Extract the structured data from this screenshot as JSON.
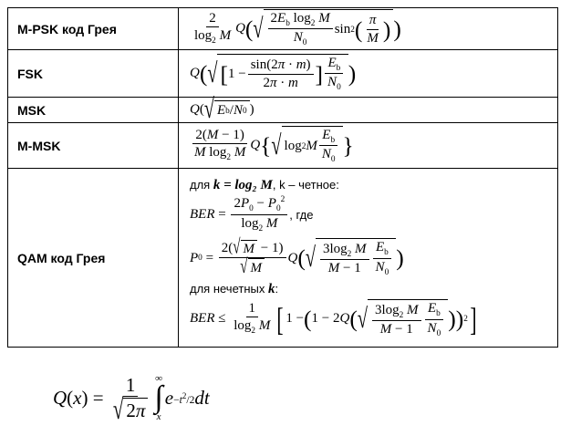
{
  "rows": [
    {
      "name": "M-PSK код Грея"
    },
    {
      "name": "FSK"
    },
    {
      "name": "MSK"
    },
    {
      "name": "M-MSK"
    },
    {
      "name": "QAM код Грея"
    }
  ],
  "qam": {
    "line_even": "для",
    "even_cond": "k = log₂ M",
    "even_word": ", k – четное:",
    "where": ", где",
    "line_odd": "для нечетных",
    "odd_k": "k",
    "odd_colon": ":"
  },
  "symbols": {
    "Q": "Q",
    "BER": "BER",
    "Eb": "E",
    "b": "b",
    "N0": "N",
    "zero": "0",
    "M": "M",
    "two": "2",
    "log": "log",
    "pi": "π",
    "sin": "sin",
    "m": "m",
    "one": "1",
    "P0": "P",
    "x": "x",
    "t": "t",
    "e": "e",
    "dt": "dt",
    "inf": "∞"
  }
}
